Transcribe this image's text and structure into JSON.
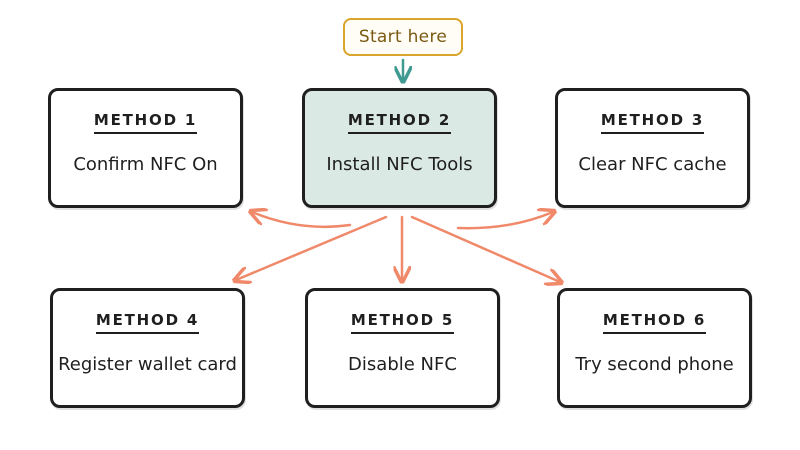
{
  "start_label": "Start here",
  "colors": {
    "start_border": "#d9a52b",
    "start_arrow": "#3f9a92",
    "branch_arrows": "#f0886a",
    "highlight_fill": "#dbe9e5",
    "card_border": "#1f1f1f"
  },
  "methods": [
    {
      "heading": "METHOD 1",
      "title": "Confirm NFC On"
    },
    {
      "heading": "METHOD 2",
      "title": "Install NFC Tools"
    },
    {
      "heading": "METHOD 3",
      "title": "Clear NFC cache"
    },
    {
      "heading": "METHOD 4",
      "title": "Register wallet card"
    },
    {
      "heading": "METHOD 5",
      "title": "Disable NFC"
    },
    {
      "heading": "METHOD 6",
      "title": "Try second phone"
    }
  ]
}
